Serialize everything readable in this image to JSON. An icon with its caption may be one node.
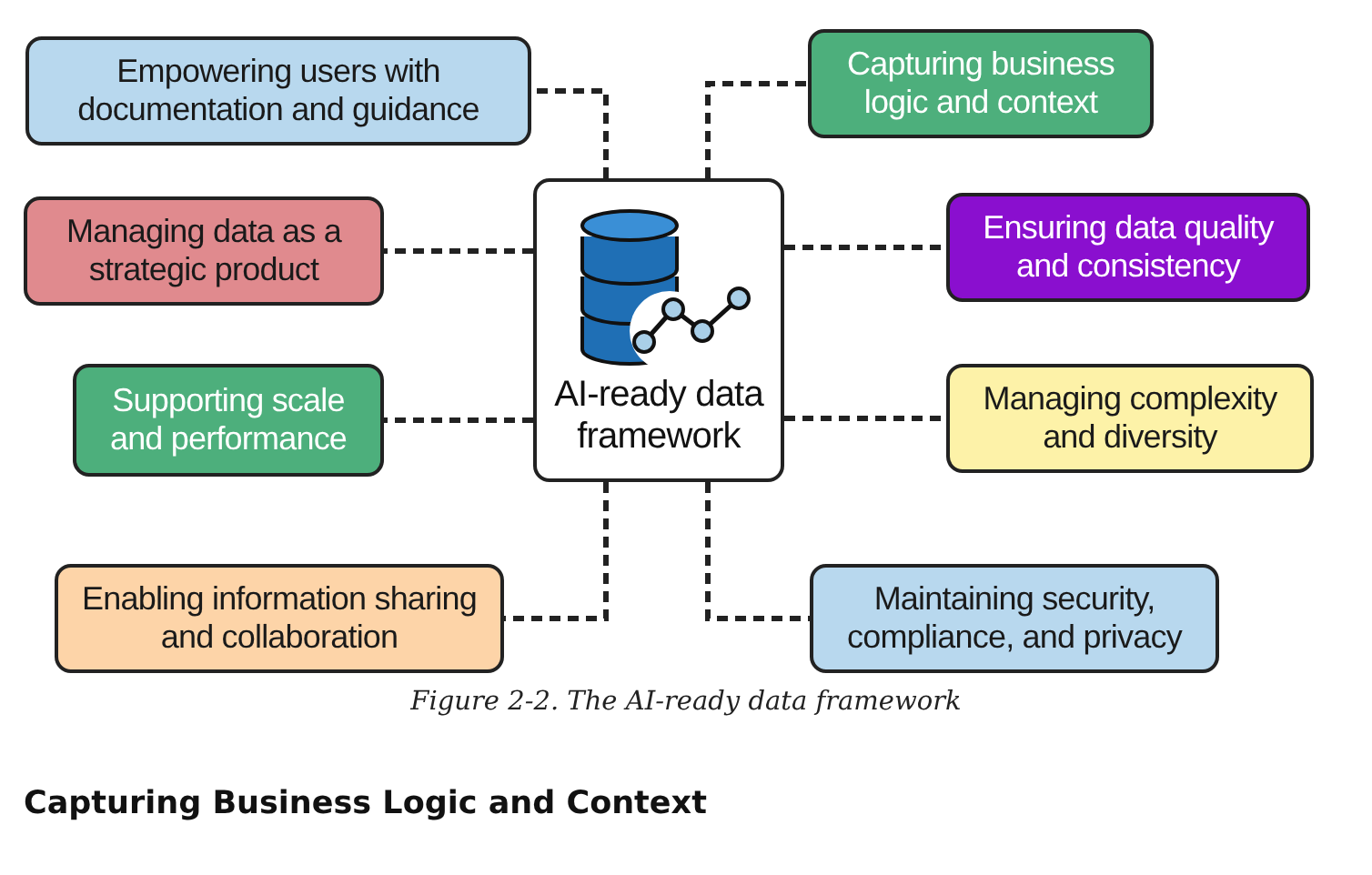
{
  "diagram": {
    "caption": "Figure 2-2. The AI-ready data framework",
    "nodes": [
      {
        "text": [
          "AI-ready data framework"
        ]
      },
      {
        "text": [
          "Empowering users with documentation and guidance"
        ]
      },
      {
        "text": [
          "Capturing business logic and context"
        ]
      },
      {
        "text": [
          "Managing data as a strategic product"
        ]
      },
      {
        "text": [
          "Ensuring data quality and consistency"
        ]
      },
      {
        "text": [
          "Supporting scale and performance"
        ]
      },
      {
        "text": [
          "Managing complexity and diversity"
        ]
      },
      {
        "text": [
          "Enabling information sharing and collaboration"
        ]
      },
      {
        "text": [
          "Maintaining security, compliance, and privacy"
        ]
      }
    ],
    "edges": [
      {
        "from": 0,
        "to": 1,
        "arrow": "none",
        "style": "dashed"
      },
      {
        "from": 0,
        "to": 2,
        "arrow": "none",
        "style": "dashed"
      },
      {
        "from": 0,
        "to": 3,
        "arrow": "none",
        "style": "dashed"
      },
      {
        "from": 0,
        "to": 4,
        "arrow": "none",
        "style": "dashed"
      },
      {
        "from": 0,
        "to": 5,
        "arrow": "none",
        "style": "dashed"
      },
      {
        "from": 0,
        "to": 6,
        "arrow": "none",
        "style": "dashed"
      },
      {
        "from": 0,
        "to": 7,
        "arrow": "none",
        "style": "dashed"
      },
      {
        "from": 0,
        "to": 8,
        "arrow": "none",
        "style": "dashed"
      }
    ],
    "labels": [
      "Capturing Business Logic and Context"
    ]
  }
}
